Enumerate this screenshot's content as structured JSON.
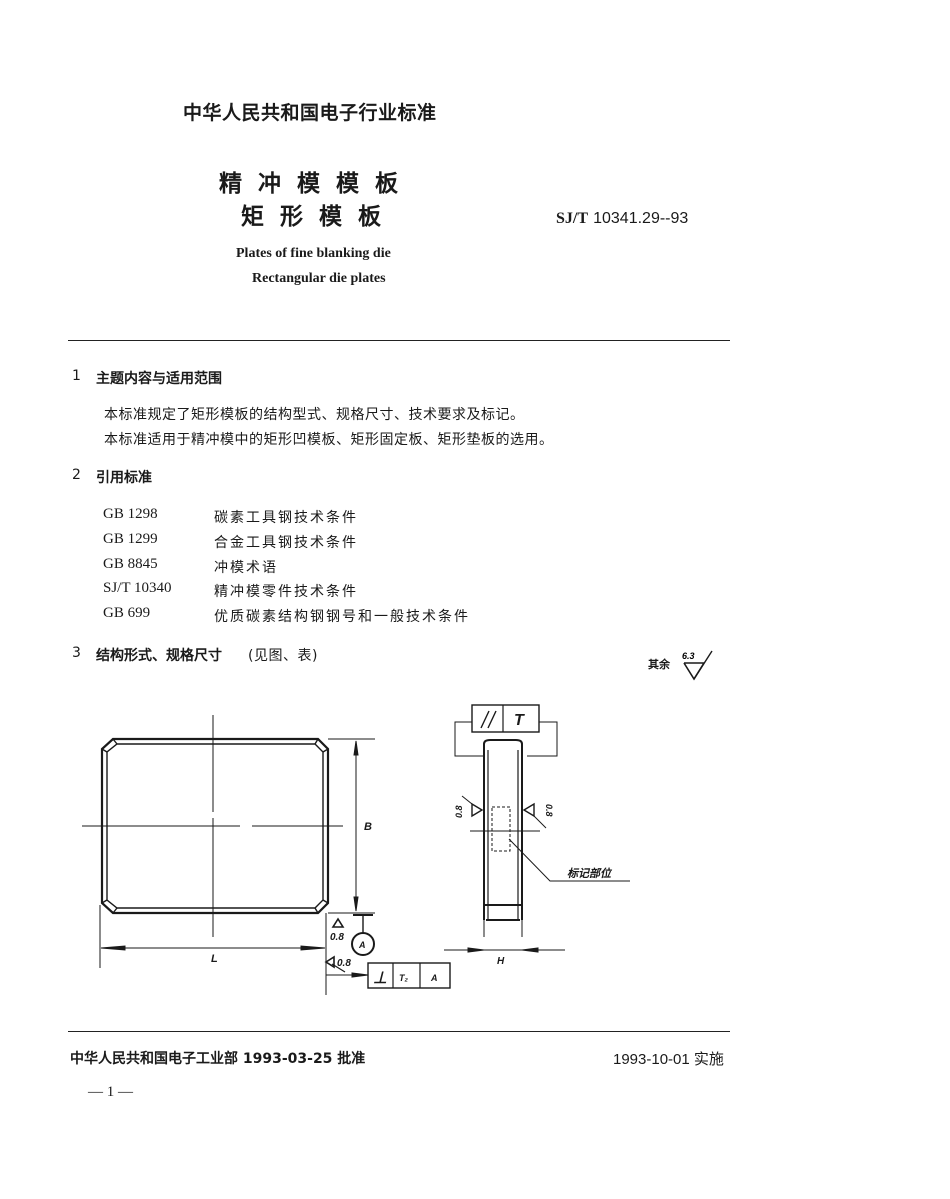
{
  "header": {
    "organization": "中华人民共和国电子行业标准",
    "title_line1": "精冲模模板",
    "title_line2": "矩形模板",
    "standard_prefix": "SJ/T",
    "standard_number": "10341.29--93",
    "english_title_line1": "Plates of fine blanking die",
    "english_title_line2": "Rectangular die plates"
  },
  "sections": [
    {
      "number": "1",
      "title": "主题内容与适用范围",
      "paragraphs": [
        "本标准规定了矩形模板的结构型式、规格尺寸、技术要求及标记。",
        "本标准适用于精冲模中的矩形凹模板、矩形固定板、矩形垫板的选用。"
      ]
    },
    {
      "number": "2",
      "title": "引用标准",
      "references": [
        {
          "code": "GB 1298",
          "title": "碳素工具钢技术条件"
        },
        {
          "code": "GB 1299",
          "title": "合金工具钢技术条件"
        },
        {
          "code": "GB 8845",
          "title": "冲模术语"
        },
        {
          "code": "SJ/T 10340",
          "title": "精冲模零件技术条件"
        },
        {
          "code": "GB 699",
          "title": "优质碳素结构钢钢号和一般技术条件"
        }
      ]
    },
    {
      "number": "3",
      "title": "结构形式、规格尺寸",
      "note": "(见图、表)"
    }
  ],
  "roughness": {
    "label": "其余",
    "value": "6.3"
  },
  "drawing": {
    "dim_length": "L",
    "dim_width": "B",
    "dim_height": "H",
    "roughness_bottom": "0.8",
    "roughness_side": "0.8",
    "roughness_left": "0.8",
    "roughness_right": "0.8",
    "datum": "A",
    "perpendicularity_symbol": "⊥",
    "perpendicularity_tolerance": "T₂",
    "perpendicularity_datum": "A",
    "parallelism_symbol": "//",
    "parallelism_tolerance": "T",
    "marking_label": "标记部位"
  },
  "footer": {
    "approval": "中华人民共和国电子工业部 1993-03-25 批准",
    "effective": "1993-10-01 实施",
    "page": "— 1 —"
  }
}
